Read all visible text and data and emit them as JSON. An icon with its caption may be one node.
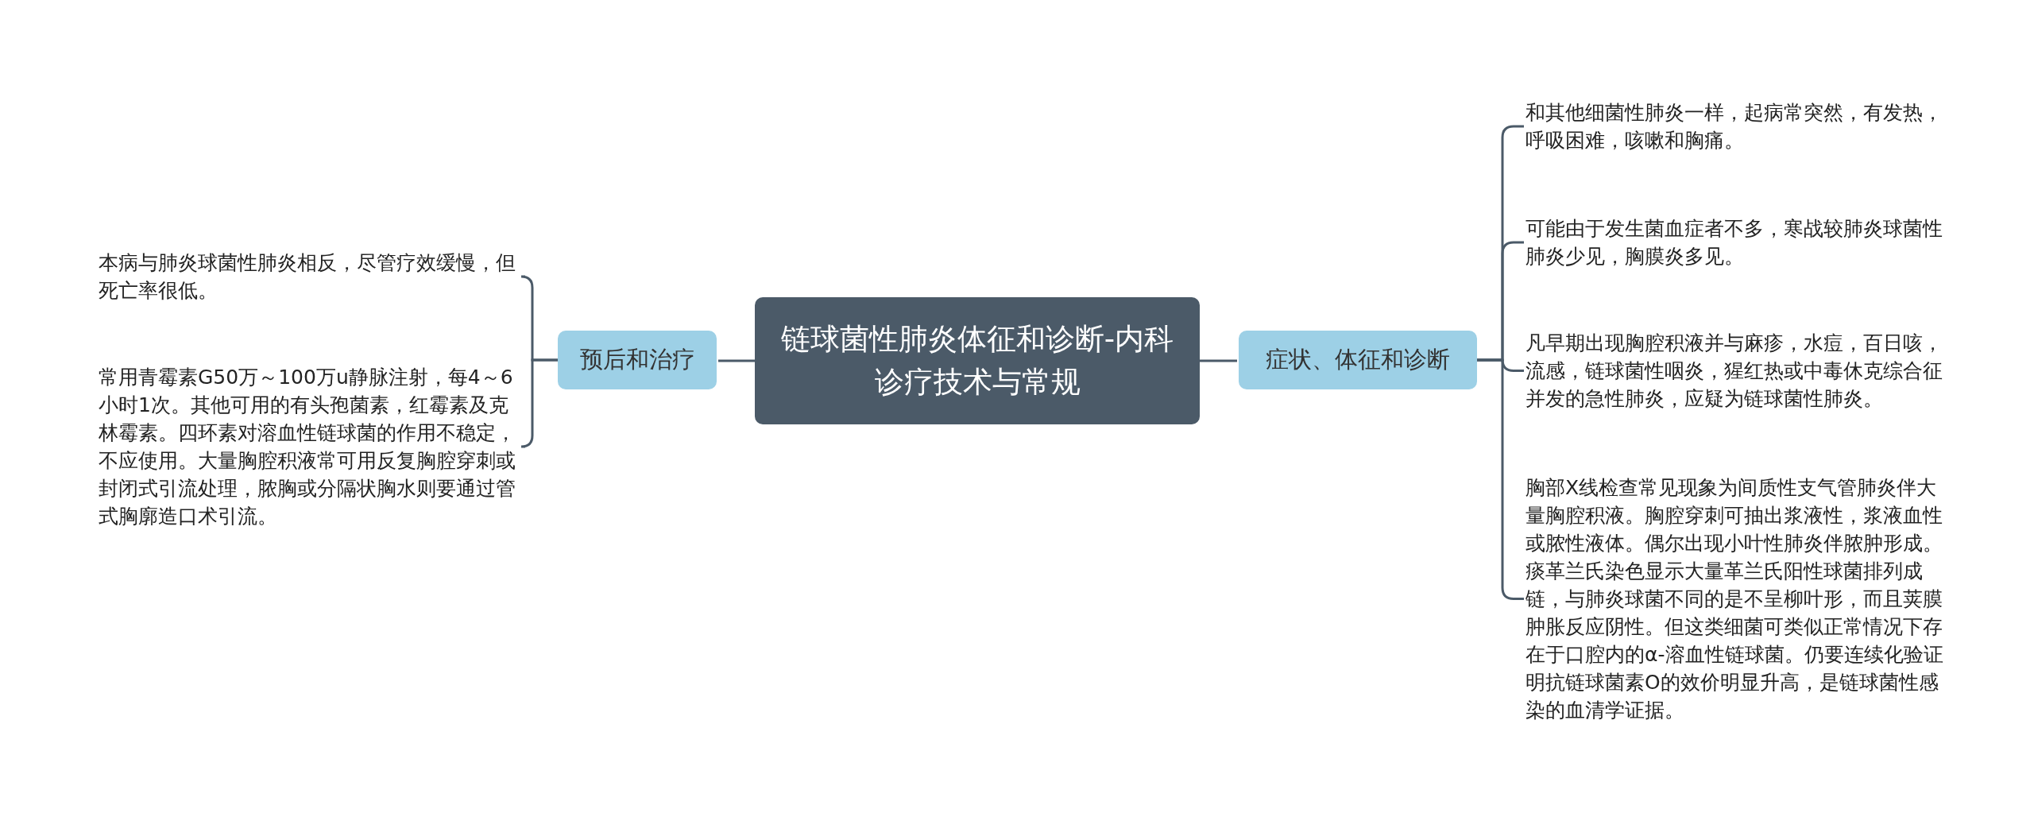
{
  "diagram": {
    "nodes": [
      {
        "text": [
          "链球菌性肺炎体征和诊断-内科诊疗技术与常规"
        ]
      },
      {
        "text": [
          "预后和治疗"
        ]
      },
      {
        "text": [
          "本病与肺炎球菌性肺炎相反，尽管疗效缓慢，但死亡率很低。"
        ]
      },
      {
        "text": [
          "常用青霉素G50万～100万u静脉注射，每4～6小时1次。其他可用的有头孢菌素，红霉素及克林霉素。四环素对溶血性链球菌的作用不稳定，不应使用。大量胸腔积液常可用反复胸腔穿刺或封闭式引流处理，脓胸或分隔状胸水则要通过管式胸廓造口术引流。"
        ]
      },
      {
        "text": [
          "症状、体征和诊断"
        ]
      },
      {
        "text": [
          "和其他细菌性肺炎一样，起病常突然，有发热，呼吸困难，咳嗽和胸痛。"
        ]
      },
      {
        "text": [
          "可能由于发生菌血症者不多，寒战较肺炎球菌性肺炎少见，胸膜炎多见。"
        ]
      },
      {
        "text": [
          "凡早期出现胸腔积液并与麻疹，水痘，百日咳，流感，链球菌性咽炎，猩红热或中毒休克综合征并发的急性肺炎，应疑为链球菌性肺炎。"
        ]
      },
      {
        "text": [
          "胸部X线检查常见现象为间质性支气管肺炎伴大量胸腔积液。胸腔穿刺可抽出浆液性，浆液血性或脓性液体。偶尔出现小叶性肺炎伴脓肿形成。痰革兰氏染色显示大量革兰氏阳性球菌排列成链，与肺炎球菌不同的是不呈柳叶形，而且荚膜肿胀反应阴性。但这类细菌可类似正常情况下存在于口腔内的α-溶血性链球菌。仍要连续化验证明抗链球菌素O的效价明显升高，是链球菌性感染的血清学证据。"
        ]
      }
    ],
    "edges": [
      {
        "from": 0,
        "to": 1,
        "arrow": "none"
      },
      {
        "from": 1,
        "to": 2,
        "arrow": "none"
      },
      {
        "from": 1,
        "to": 3,
        "arrow": "none"
      },
      {
        "from": 0,
        "to": 4,
        "arrow": "none"
      },
      {
        "from": 4,
        "to": 5,
        "arrow": "none"
      },
      {
        "from": 4,
        "to": 6,
        "arrow": "none"
      },
      {
        "from": 4,
        "to": 7,
        "arrow": "none"
      },
      {
        "from": 4,
        "to": 8,
        "arrow": "none"
      }
    ]
  }
}
